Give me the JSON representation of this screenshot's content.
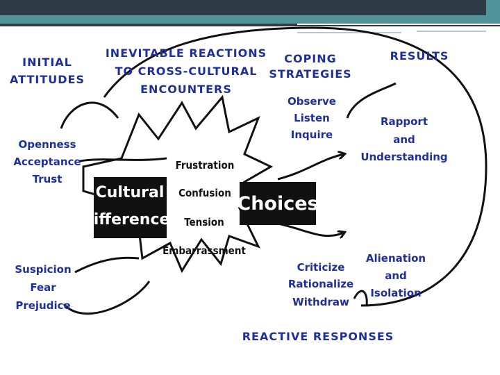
{
  "headers": {
    "initial": [
      "INITIAL",
      "ATTITUDES"
    ],
    "inevitable": [
      "INEVITABLE REACTIONS",
      "TO CROSS-CULTURAL",
      "ENCOUNTERS"
    ],
    "coping": [
      "COPING",
      "STRATEGIES"
    ],
    "results": "RESULTS",
    "reactive": "REACTIVE RESPONSES"
  },
  "positive_attitudes": [
    "Openness",
    "Acceptance",
    "Trust"
  ],
  "negative_attitudes": [
    "Suspicion",
    "Fear",
    "Prejudice"
  ],
  "reactions": [
    "Frustration",
    "Confusion",
    "Tension",
    "Embarrassment"
  ],
  "coping_strategies": [
    "Observe",
    "Listen",
    "Inquire"
  ],
  "reactive_strategies": [
    "Criticize",
    "Rationalize",
    "Withdraw"
  ],
  "positive_results": [
    "Rapport",
    "and",
    "Understanding"
  ],
  "negative_results": [
    "Alienation",
    "and",
    "Isolation"
  ],
  "boxes": {
    "cultural": [
      "Cultural",
      "Differences"
    ],
    "choices": "Choices"
  },
  "colors": {
    "blue_text": "#1f2f9a",
    "box_fill": "#111111",
    "header_bar": "#2f3b45",
    "accent": "#52929a"
  }
}
